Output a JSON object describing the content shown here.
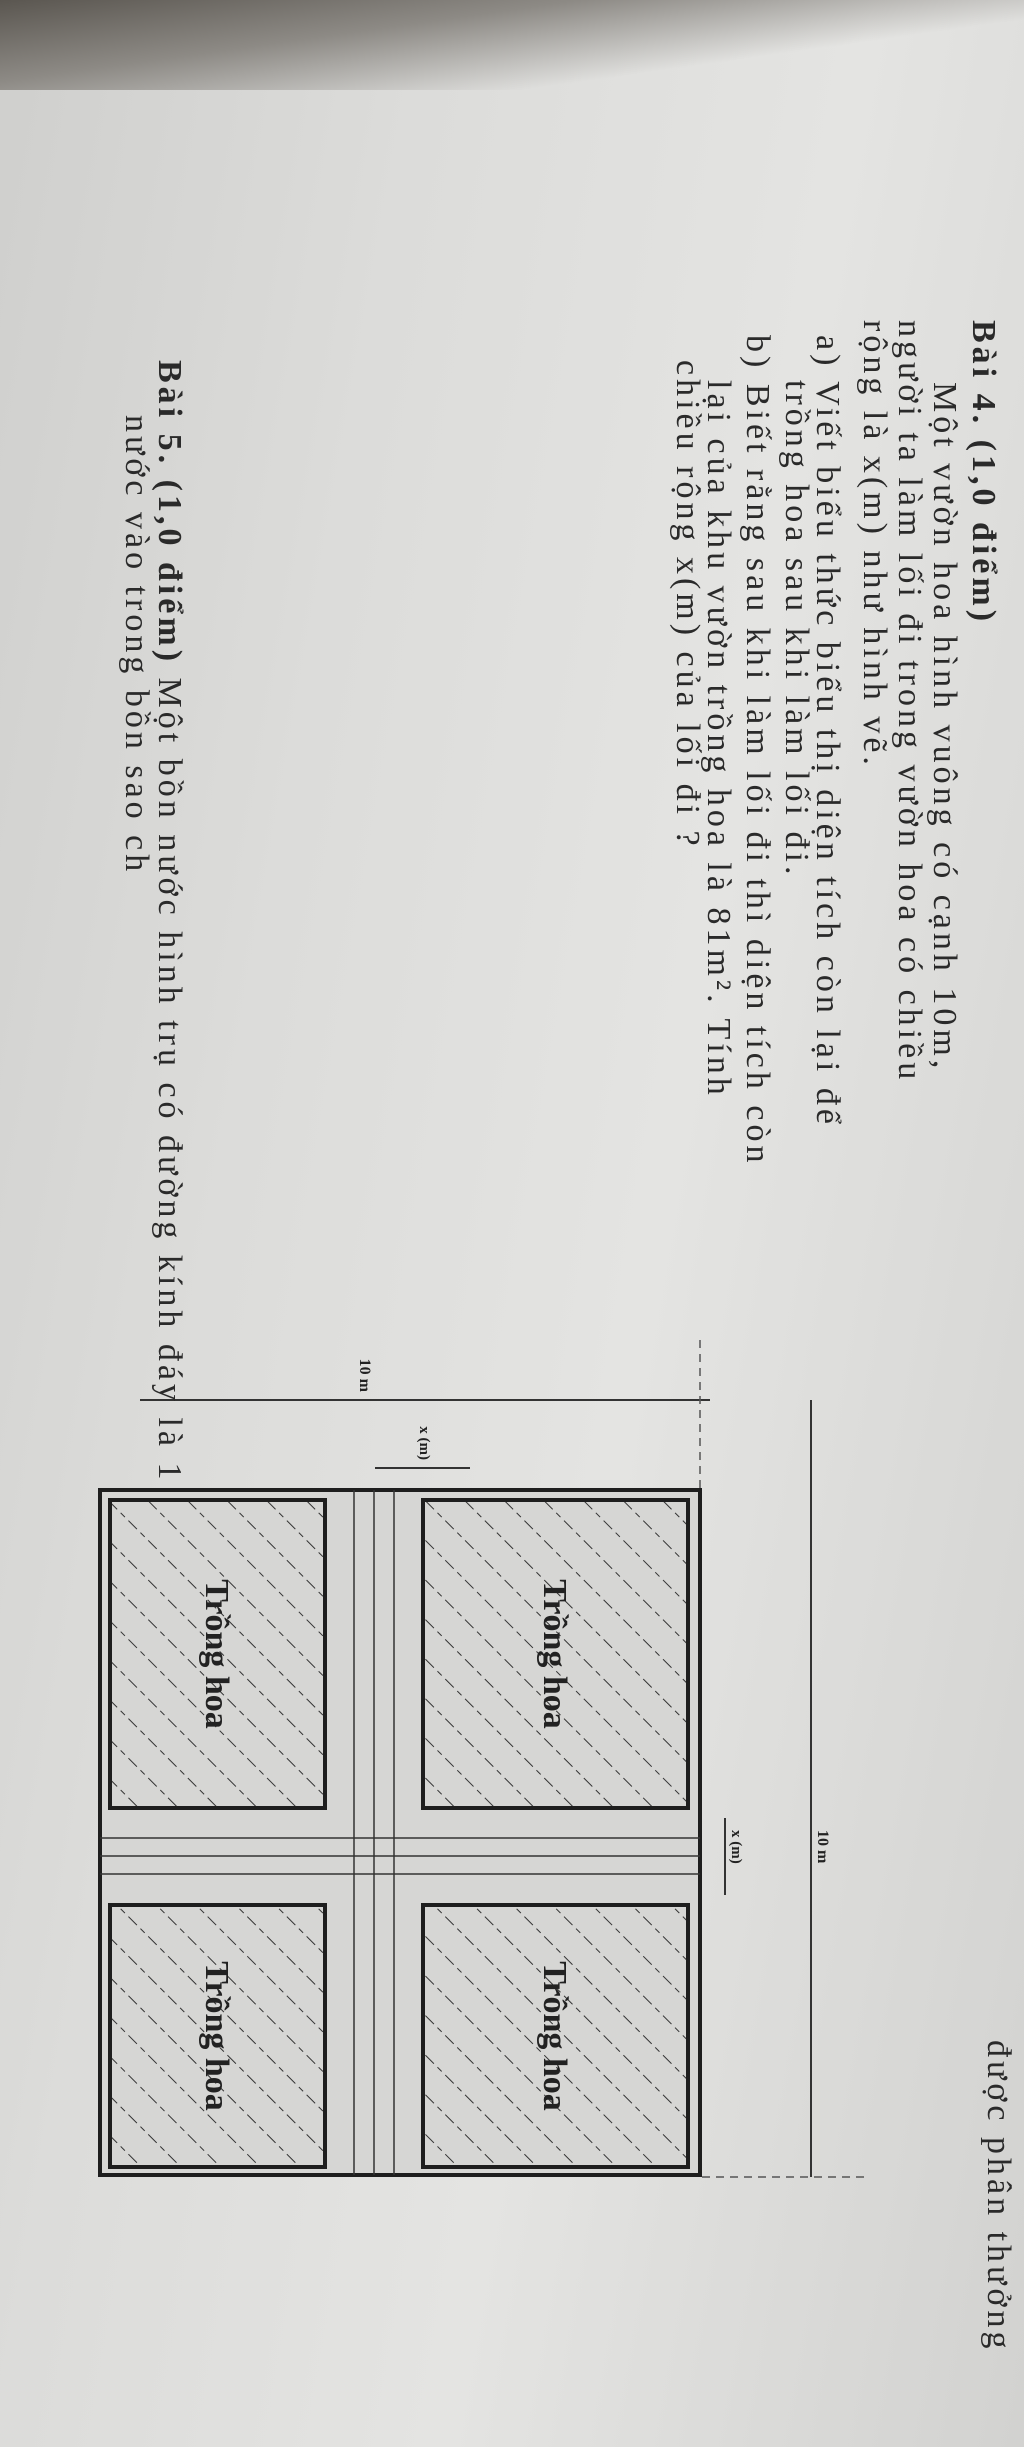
{
  "top_fragment": "được phân thưởng",
  "problem4": {
    "heading": "Bài 4. (1,0 điểm)",
    "lines": [
      "Một vườn hoa hình vuông có cạnh 10m,",
      "người ta làm lối đi trong vườn hoa có chiều",
      "rộng là x(m) như hình vẽ."
    ],
    "part_a": [
      "a) Viết biểu thức biểu thị diện tích còn lại để",
      "trồng hoa sau khi làm lối đi."
    ],
    "part_b": [
      "b) Biết rằng sau khi làm lối đi thì diện tích còn",
      "lại của khu vườn trồng hoa là 81m². Tính",
      "chiều rộng x(m) của lối đi ?"
    ]
  },
  "diagram": {
    "side_label": "10 m",
    "side_label_2": "10 m",
    "path_label": "x (m)",
    "path_label_2": "x (m)",
    "plot_label": "Trồng hoa"
  },
  "problem5": {
    "line1": "Bài 5. (1,0 điểm) Một bồn nước hình trụ có đường kính đáy là 1",
    "line2": "nước vào trong bồn sao ch"
  }
}
